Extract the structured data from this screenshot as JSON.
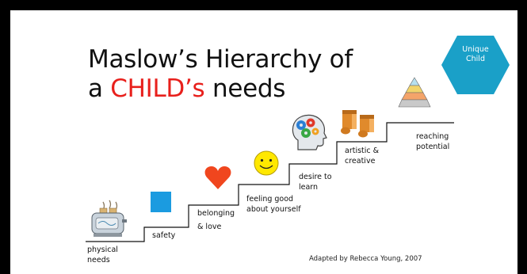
{
  "title": {
    "line1": "Maslow’s Hierarchy of",
    "line2_prefix": "a ",
    "line2_highlight": "CHILD’s",
    "line2_suffix": " needs"
  },
  "badge": {
    "line1": "Unique",
    "line2": "Child",
    "color": "#1aa0c8"
  },
  "steps": [
    {
      "line1": "physical",
      "line2": "needs",
      "icon": "toaster-icon"
    },
    {
      "line1": "safety",
      "line2": "",
      "icon": "blue-square-icon"
    },
    {
      "line1": "belonging",
      "line2": "& love",
      "icon": "heart-icon"
    },
    {
      "line1": "feeling good",
      "line2": "about yourself",
      "icon": "smiley-icon"
    },
    {
      "line1": "desire to",
      "line2": "learn",
      "icon": "head-gears-icon"
    },
    {
      "line1": "artistic &",
      "line2": "creative",
      "icon": "music-notes-icon"
    },
    {
      "line1": "reaching",
      "line2": "potential",
      "icon": "pyramid-icon"
    }
  ],
  "credit": "Adapted by Rebecca Young, 2007",
  "colors": {
    "accent_red": "#e8201c",
    "heart": "#f0461e",
    "square": "#1b9be0",
    "smiley": "#ffe800"
  }
}
